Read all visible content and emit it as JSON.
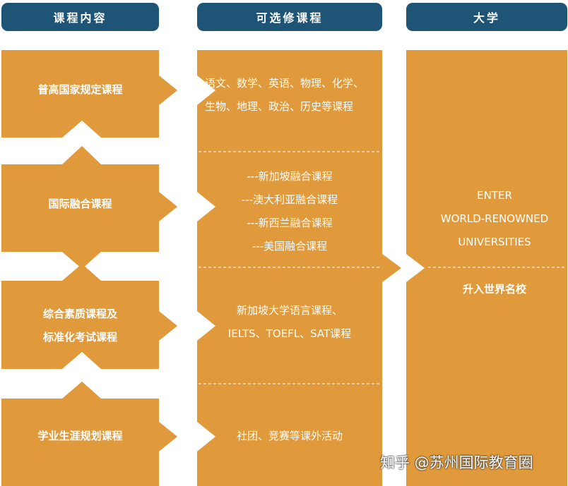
{
  "headers": {
    "col1": "课程内容",
    "col2": "可选修课程",
    "col3": "大学"
  },
  "left_blocks": [
    {
      "lines": [
        "普高国家规定课程"
      ]
    },
    {
      "lines": [
        "国际融合课程"
      ]
    },
    {
      "lines": [
        "综合素质课程及",
        "标准化考试课程"
      ]
    },
    {
      "lines": [
        "学业生涯规划课程"
      ]
    }
  ],
  "middle_blocks": [
    {
      "lines": [
        "语文、数学、英语、物理、化学、",
        "生物、地理、政治、历史等课程"
      ]
    },
    {
      "lines": [
        "---新加坡融合课程",
        "---澳大利亚融合课程",
        "---新西兰融合课程",
        "---美国融合课程"
      ]
    },
    {
      "lines": [
        "新加坡大学语言课程、",
        "IELTS、TOEFL、SAT课程"
      ]
    },
    {
      "lines": [
        "社团、竞赛等课外活动"
      ]
    }
  ],
  "right_block": {
    "upper_lines": [
      "ENTER",
      "WORLD-RENOWNED",
      "UNIVERSITIES"
    ],
    "lower_line": "升入世界名校"
  },
  "watermark": "知乎 @苏州国际教育圈",
  "colors": {
    "header_blue": "#1e5577",
    "block_orange": "#e09a3b",
    "text_white": "#ffffff"
  }
}
